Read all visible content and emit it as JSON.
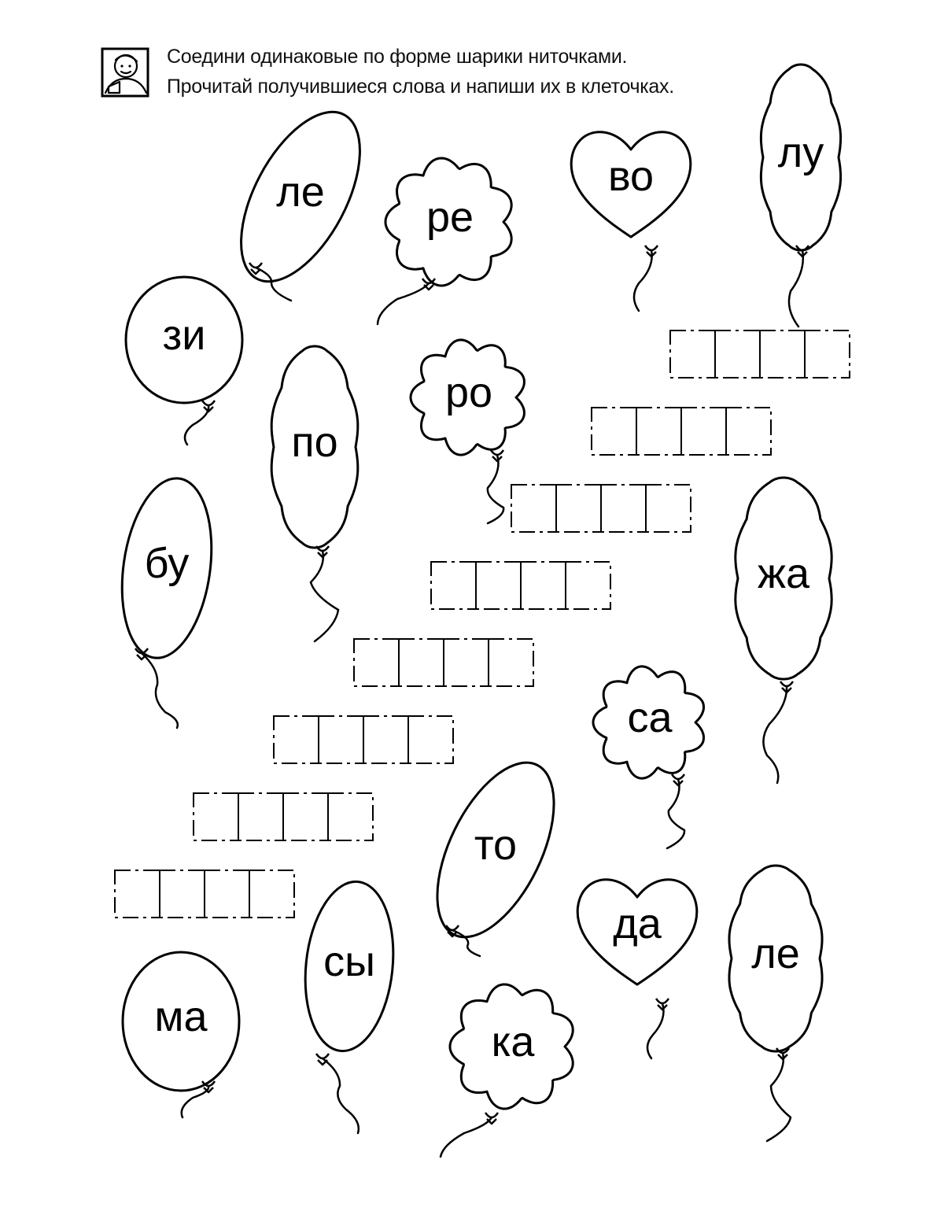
{
  "instructions": {
    "line1": "Соедини одинаковые по форме шарики ниточками.",
    "line2": "Прочитай получившиеся слова и напиши их в клеточках."
  },
  "icons": {
    "task": "child-reading-icon"
  },
  "balloons": [
    {
      "syllable": "ле",
      "shape": "oval"
    },
    {
      "syllable": "ре",
      "shape": "cloud"
    },
    {
      "syllable": "во",
      "shape": "heart"
    },
    {
      "syllable": "лу",
      "shape": "wavy"
    },
    {
      "syllable": "зи",
      "shape": "circle"
    },
    {
      "syllable": "по",
      "shape": "wavy"
    },
    {
      "syllable": "ро",
      "shape": "cloud"
    },
    {
      "syllable": "бу",
      "shape": "oval"
    },
    {
      "syllable": "жа",
      "shape": "wavy"
    },
    {
      "syllable": "са",
      "shape": "cloud"
    },
    {
      "syllable": "то",
      "shape": "oval"
    },
    {
      "syllable": "сы",
      "shape": "oval"
    },
    {
      "syllable": "да",
      "shape": "heart"
    },
    {
      "syllable": "ле",
      "shape": "wavy"
    },
    {
      "syllable": "ма",
      "shape": "circle"
    },
    {
      "syllable": "ка",
      "shape": "cloud"
    }
  ],
  "answer_rows": [
    {
      "cells": 4
    },
    {
      "cells": 4
    },
    {
      "cells": 4
    },
    {
      "cells": 4
    },
    {
      "cells": 4
    },
    {
      "cells": 4
    },
    {
      "cells": 4
    },
    {
      "cells": 4
    }
  ]
}
